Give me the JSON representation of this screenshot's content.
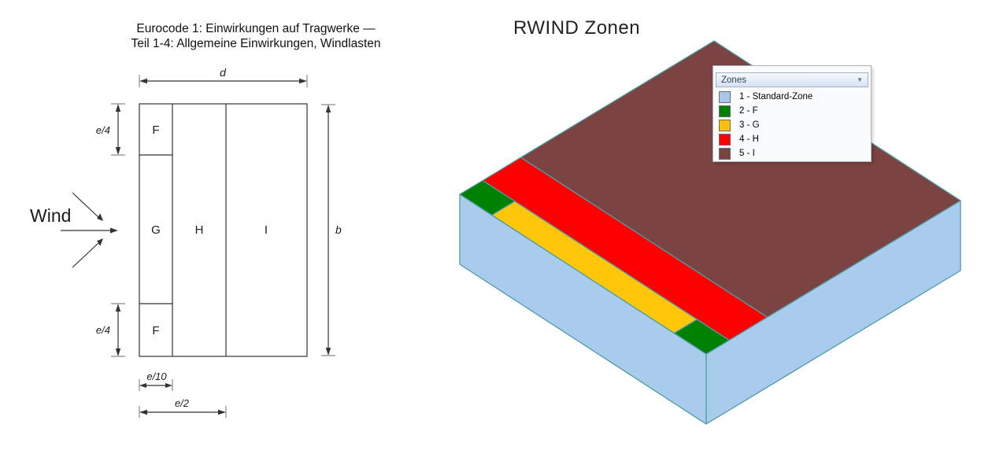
{
  "eurocode_panel": {
    "title_line1": "Eurocode 1: Einwirkungen auf Tragwerke —",
    "title_line2": "Teil 1-4: Allgemeine Einwirkungen, Windlasten",
    "wind_label": "Wind",
    "zone_labels": {
      "f_top": "F",
      "g": "G",
      "h": "H",
      "i": "I",
      "f_bottom": "F"
    },
    "dim_labels": {
      "d": "d",
      "b": "b",
      "e4_top": "e/4",
      "e4_bottom": "e/4",
      "e10": "e/10",
      "e2": "e/2"
    }
  },
  "rwind_panel": {
    "title": "RWIND Zonen",
    "legend": {
      "header": "Zones",
      "dropdown_icon": "▼",
      "items": [
        {
          "label": "1 - Standard-Zone",
          "color": "#A9C7EA"
        },
        {
          "label": "2 - F",
          "color": "#008000"
        },
        {
          "label": "3 - G",
          "color": "#FFC107"
        },
        {
          "label": "4 - H",
          "color": "#FF0000"
        },
        {
          "label": "5 - I",
          "color": "#7B4242"
        }
      ]
    },
    "colors": {
      "standard_wall": "#A9CBEC",
      "zone_f": "#008000",
      "zone_g": "#FFC60A",
      "zone_h": "#FF0000",
      "zone_i": "#7B4341",
      "edge": "#4D9DA6"
    }
  }
}
